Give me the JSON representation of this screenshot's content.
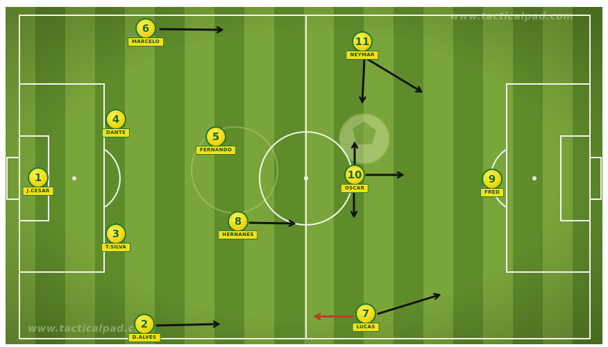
{
  "watermark": "www.tacticalpad.com",
  "colors": {
    "grass_light": "#7aa53a",
    "grass_dark": "#5f8c2b",
    "line": "#f2f6ea",
    "arrow": "#111111",
    "arrow_alt": "#c0392b",
    "token_fill": "#f3e117",
    "token_border": "#1b7a2a"
  },
  "players": [
    {
      "number": "1",
      "name": "J.CESAR"
    },
    {
      "number": "2",
      "name": "D.ALVES"
    },
    {
      "number": "3",
      "name": "T.SILVA"
    },
    {
      "number": "4",
      "name": "DANTE"
    },
    {
      "number": "5",
      "name": "FERNANDO"
    },
    {
      "number": "6",
      "name": "MARCELO"
    },
    {
      "number": "7",
      "name": "LUCAS"
    },
    {
      "number": "8",
      "name": "HERNANES"
    },
    {
      "number": "9",
      "name": "FRED"
    },
    {
      "number": "10",
      "name": "OSCAR"
    },
    {
      "number": "11",
      "name": "NEYMAR"
    }
  ]
}
